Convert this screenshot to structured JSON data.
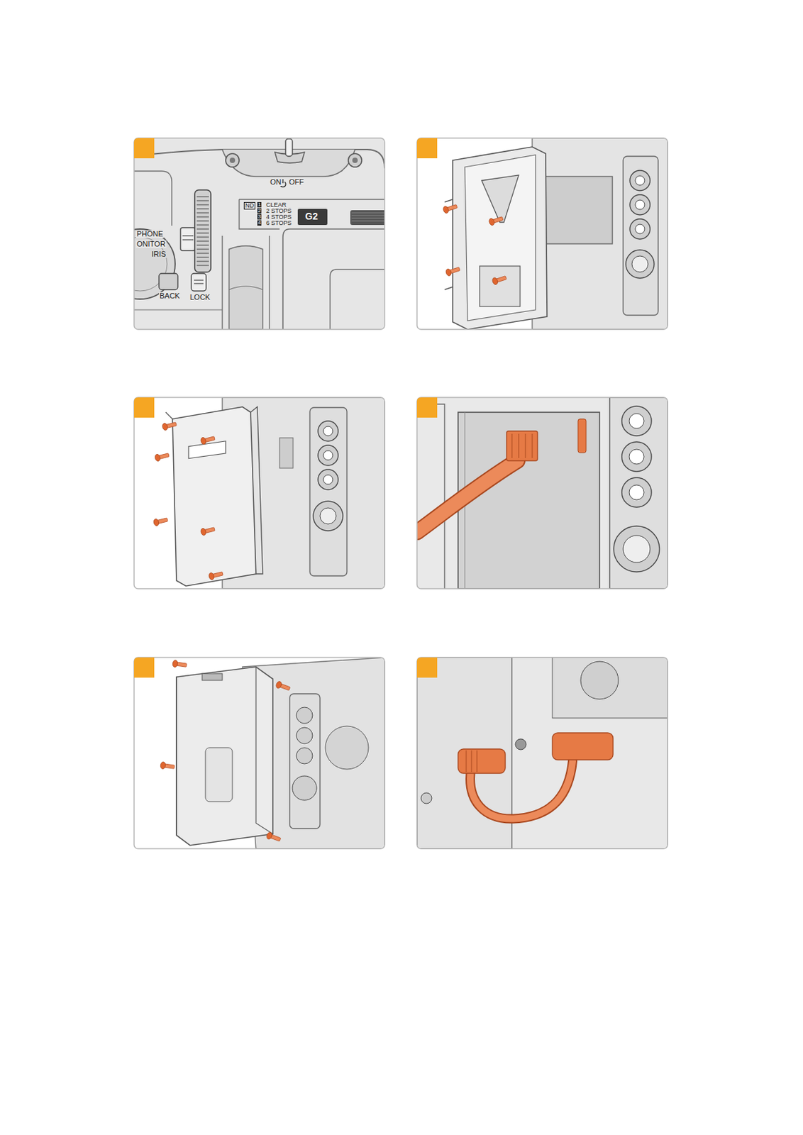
{
  "diagram": {
    "labels": [
      "ON",
      "OFF",
      "ND",
      "1",
      "CLEAR",
      "2",
      "2 STOPS",
      "3",
      "4 STOPS",
      "4",
      "6 STOPS",
      "PHONE",
      "ONITOR",
      "IRIS",
      "G2",
      "BACK",
      "LOCK"
    ]
  }
}
